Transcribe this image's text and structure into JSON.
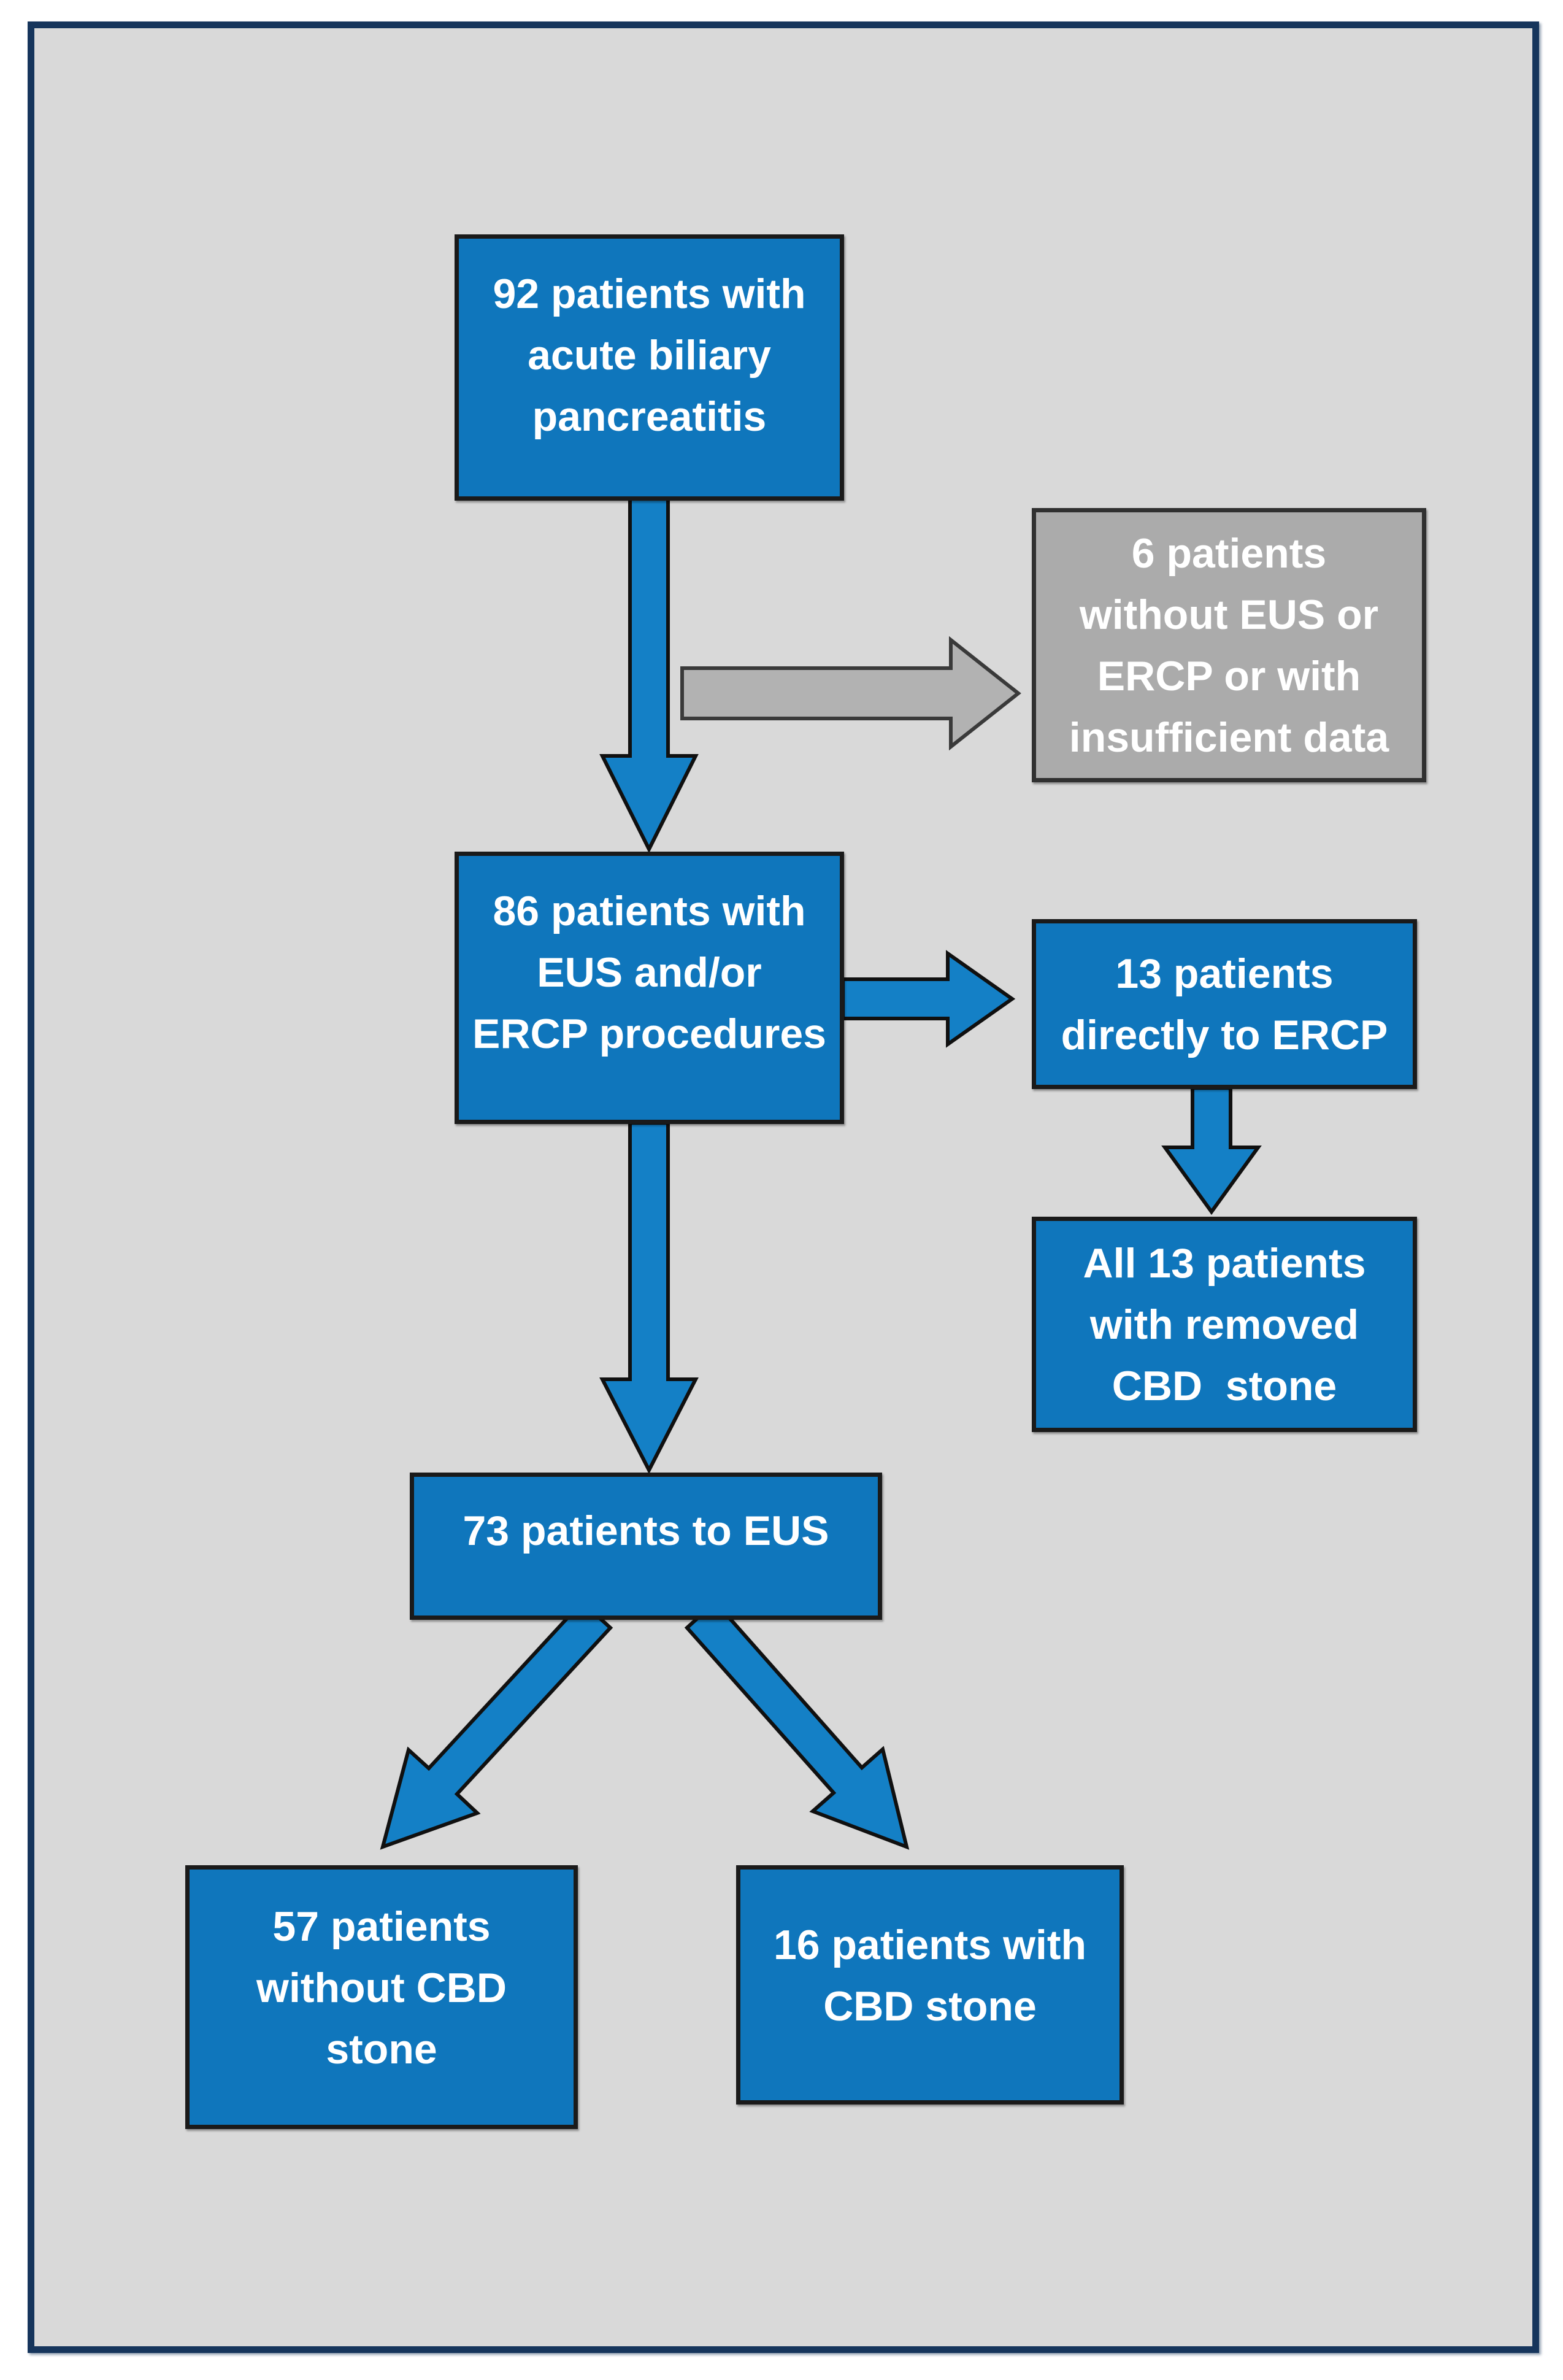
{
  "figure": {
    "type": "flowchart",
    "nodes": {
      "patients92": {
        "lines": [
          "92 patients with",
          "acute biliary",
          "pancreatitis"
        ]
      },
      "excluded6": {
        "lines": [
          "6 patients",
          "without EUS or",
          "ERCP or with",
          "insufficient data"
        ]
      },
      "procedures86": {
        "lines": [
          "86 patients with",
          "EUS and/or",
          "ERCP procedures"
        ]
      },
      "directErcp13": {
        "lines": [
          "13 patients",
          "directly to ERCP"
        ]
      },
      "removedStone13": {
        "lines": [
          "All 13 patients",
          "with removed",
          "CBD  stone"
        ]
      },
      "eus73": {
        "lines": [
          "73 patients to EUS"
        ]
      },
      "withoutStone57": {
        "lines": [
          "57 patients",
          "without CBD",
          "stone"
        ]
      },
      "withStone16": {
        "lines": [
          "16 patients with",
          "CBD stone"
        ]
      }
    },
    "colors": {
      "box_blue": "#0f76bc",
      "arrow_blue": "#1480c6",
      "box_gray": "#ababab",
      "arrow_gray": "#b2b2b2",
      "box_border": "#1a1a1a",
      "gray_box_border": "#303030",
      "frame_border": "#16355c",
      "canvas_bg": "#d9d9d9",
      "text": "#ffffff"
    }
  }
}
